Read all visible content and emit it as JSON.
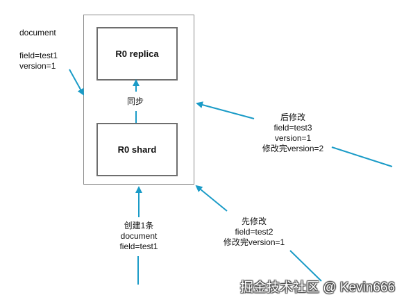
{
  "nodes": {
    "replica_label": "R0 replica",
    "shard_label": "R0 shard"
  },
  "sync_label": "同步",
  "document_note": {
    "title": "document",
    "field": "field=test1",
    "version": "version=1"
  },
  "later_edit": {
    "title": "后修改",
    "field": "field=test3",
    "version": "version=1",
    "after": "修改完version=2"
  },
  "first_edit": {
    "title": "先修改",
    "field": "field=test2",
    "after": "修改完version=1"
  },
  "create": {
    "title": "创建1条",
    "doc": "document",
    "field": "field=test1"
  },
  "watermark": "掘金技术社区 @ Kevin666",
  "colors": {
    "arrow": "#1a9bc7",
    "box_border": "#6e6e6e",
    "outer_border": "#8a8a8a"
  }
}
